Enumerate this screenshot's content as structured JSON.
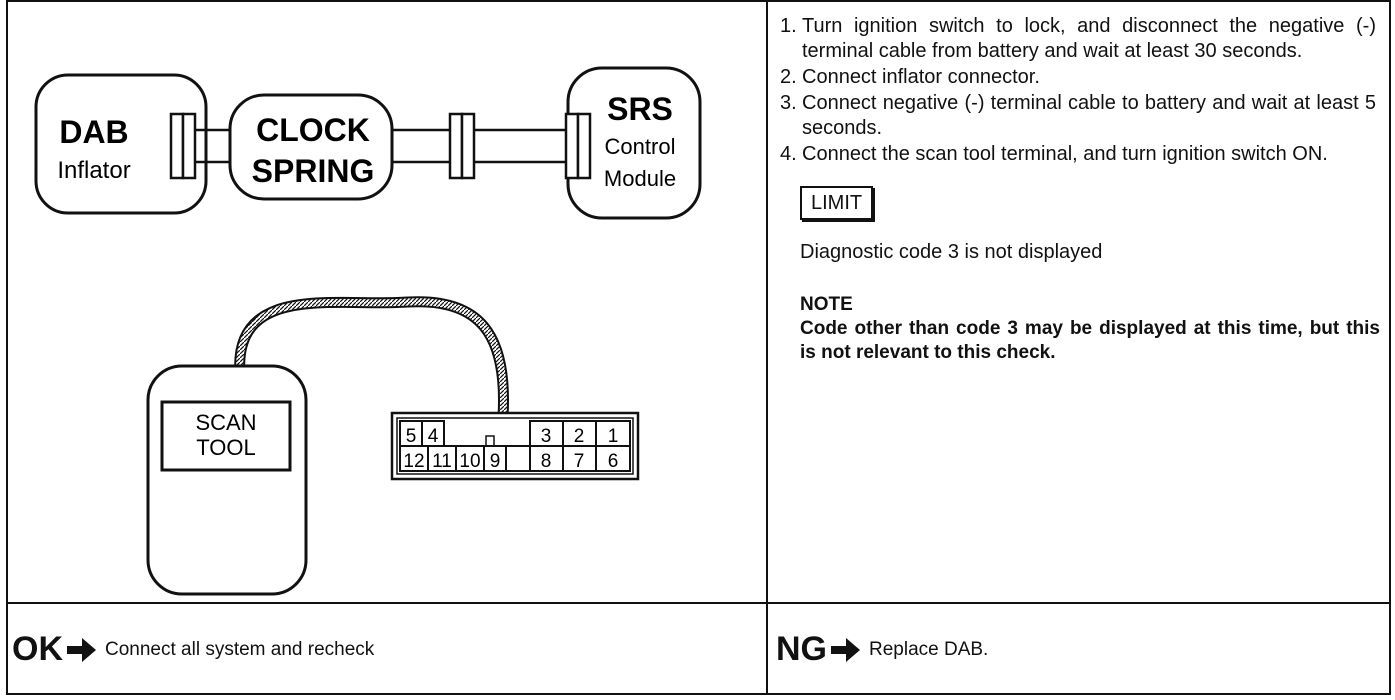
{
  "diagram": {
    "dab_title": "DAB",
    "dab_sub": "Inflator",
    "clock_line1": "CLOCK",
    "clock_line2": "SPRING",
    "srs_title": "SRS",
    "srs_sub1": "Control",
    "srs_sub2": "Module",
    "scan_line1": "SCAN",
    "scan_line2": "TOOL",
    "connector_top": [
      "5",
      "4",
      "",
      "",
      "3",
      "2",
      "1"
    ],
    "connector_bottom": [
      "12",
      "11",
      "10",
      "9",
      "8",
      "7",
      "6"
    ]
  },
  "steps": [
    {
      "num": "1.",
      "text": "Turn ignition switch to lock, and disconnect the negative (-) terminal cable from battery and wait at least 30 seconds."
    },
    {
      "num": "2.",
      "text": "Connect inflator connector."
    },
    {
      "num": "3.",
      "text": "Connect negative (-) terminal cable to battery and wait at least 5 seconds."
    },
    {
      "num": "4.",
      "text": "Connect the scan tool terminal, and turn ignition switch ON."
    }
  ],
  "limit_label": "LIMIT",
  "limit_text": "Diagnostic code 3 is not displayed",
  "note_title": "NOTE",
  "note_text": "Code other than code 3 may be displayed at this time, but this is not relevant to this check.",
  "ok": {
    "code": "OK",
    "text": "Connect all system and recheck"
  },
  "ng": {
    "code": "NG",
    "text": "Replace DAB."
  }
}
